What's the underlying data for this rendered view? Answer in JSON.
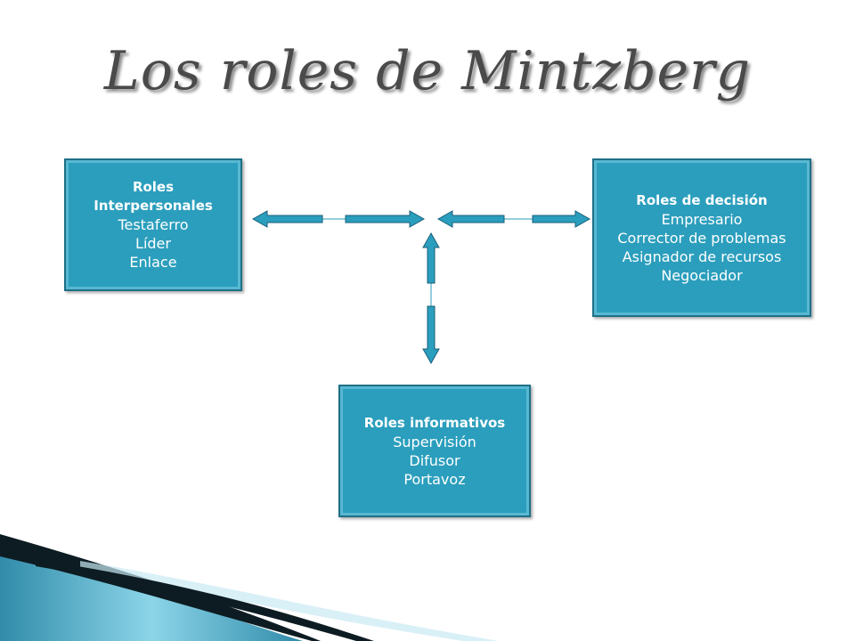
{
  "slide": {
    "title": "Los roles de Mintzberg"
  },
  "boxes": {
    "interpersonal": {
      "heading": [
        "Roles",
        "Interpersonales"
      ],
      "items": [
        "Testaferro",
        "Líder",
        "Enlace"
      ]
    },
    "decision": {
      "heading": [
        "Roles de decisión"
      ],
      "items": [
        "Empresario",
        "Corrector de problemas",
        "Asignador de recursos",
        "Negociador"
      ]
    },
    "informative": {
      "heading": [
        "Roles informativos"
      ],
      "items": [
        "Supervisión",
        "Difusor",
        "Portavoz"
      ]
    }
  },
  "colors": {
    "box_fill": "#2b9ebd",
    "box_border": "#1d6f86",
    "arrow_fill": "#2b9ebd",
    "arrow_stroke": "#1a5f7a",
    "title": "#4a4a4a",
    "decor_light": "#7fd0e6",
    "decor_dark": "#1a7fa0"
  }
}
